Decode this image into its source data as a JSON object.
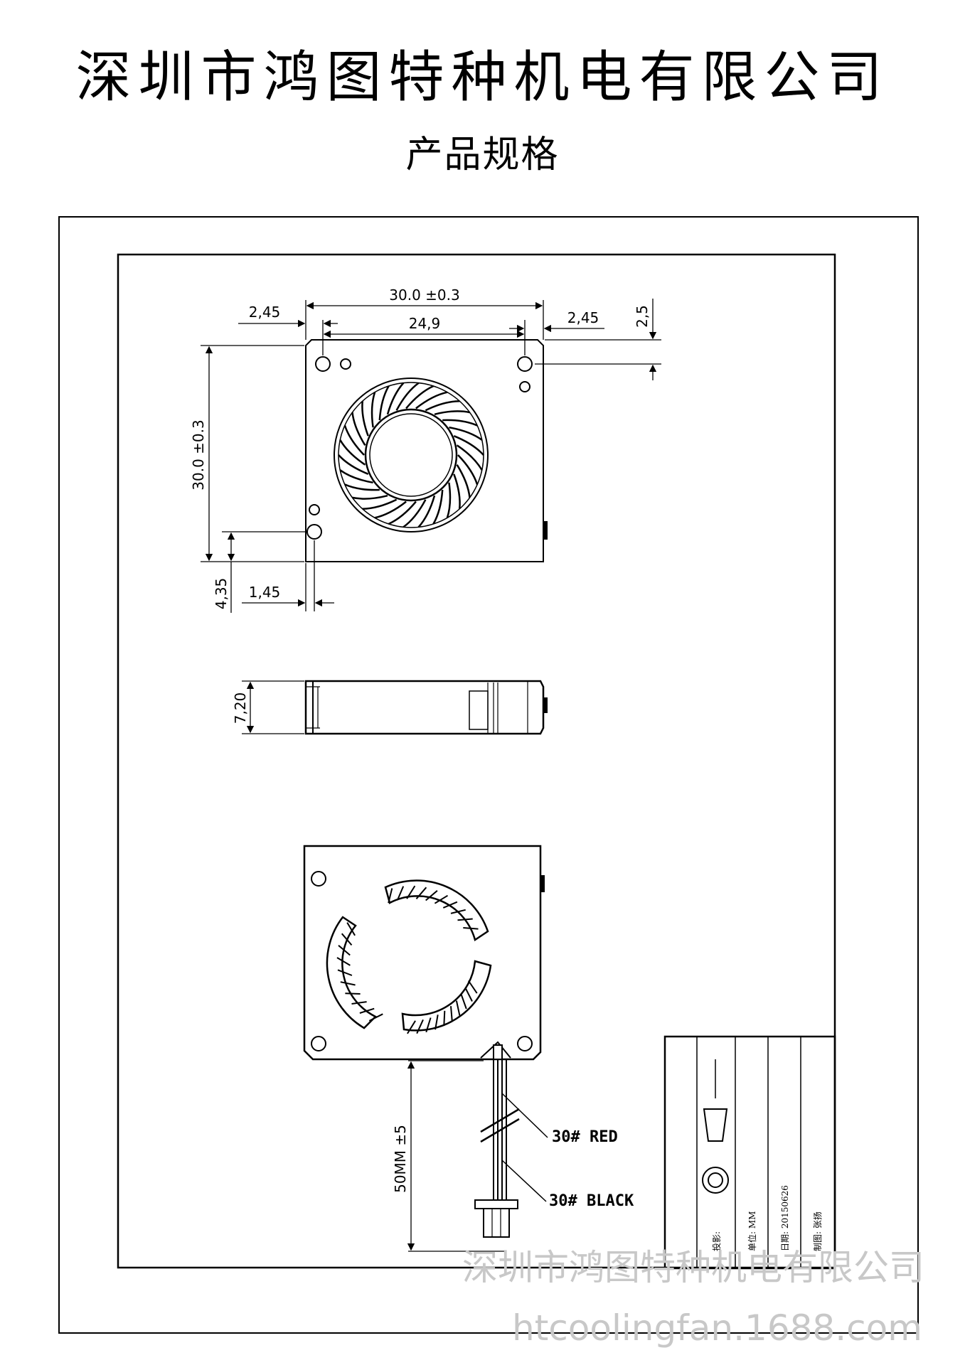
{
  "header": {
    "company": "深圳市鸿图特种机电有限公司",
    "subtitle": "产品规格"
  },
  "top_view": {
    "dim_overall_width": "30.0 ±0.3",
    "dim_left_offset": "2,45",
    "dim_hole_spacing": "24,9",
    "dim_right_offset": "2,45",
    "dim_top_offset": "2,5",
    "dim_overall_height": "30.0 ±0.3",
    "dim_bottom_hole_y": "4,35",
    "dim_bottom_hole_x": "1,45"
  },
  "side_view": {
    "dim_thickness": "7,20"
  },
  "bottom_view": {
    "dim_lead_length": "50MM ±5",
    "wire_red": "30# RED",
    "wire_black": "30# BLACK"
  },
  "title_block": {
    "projection": "投影:",
    "unit": "单位: MM",
    "date": "日期: 20150626",
    "drawn_by": "制图: 张扬"
  },
  "watermark": {
    "company": "深圳市鸿图特种机电有限公司",
    "site": "htcoolingfan.1688.com"
  }
}
